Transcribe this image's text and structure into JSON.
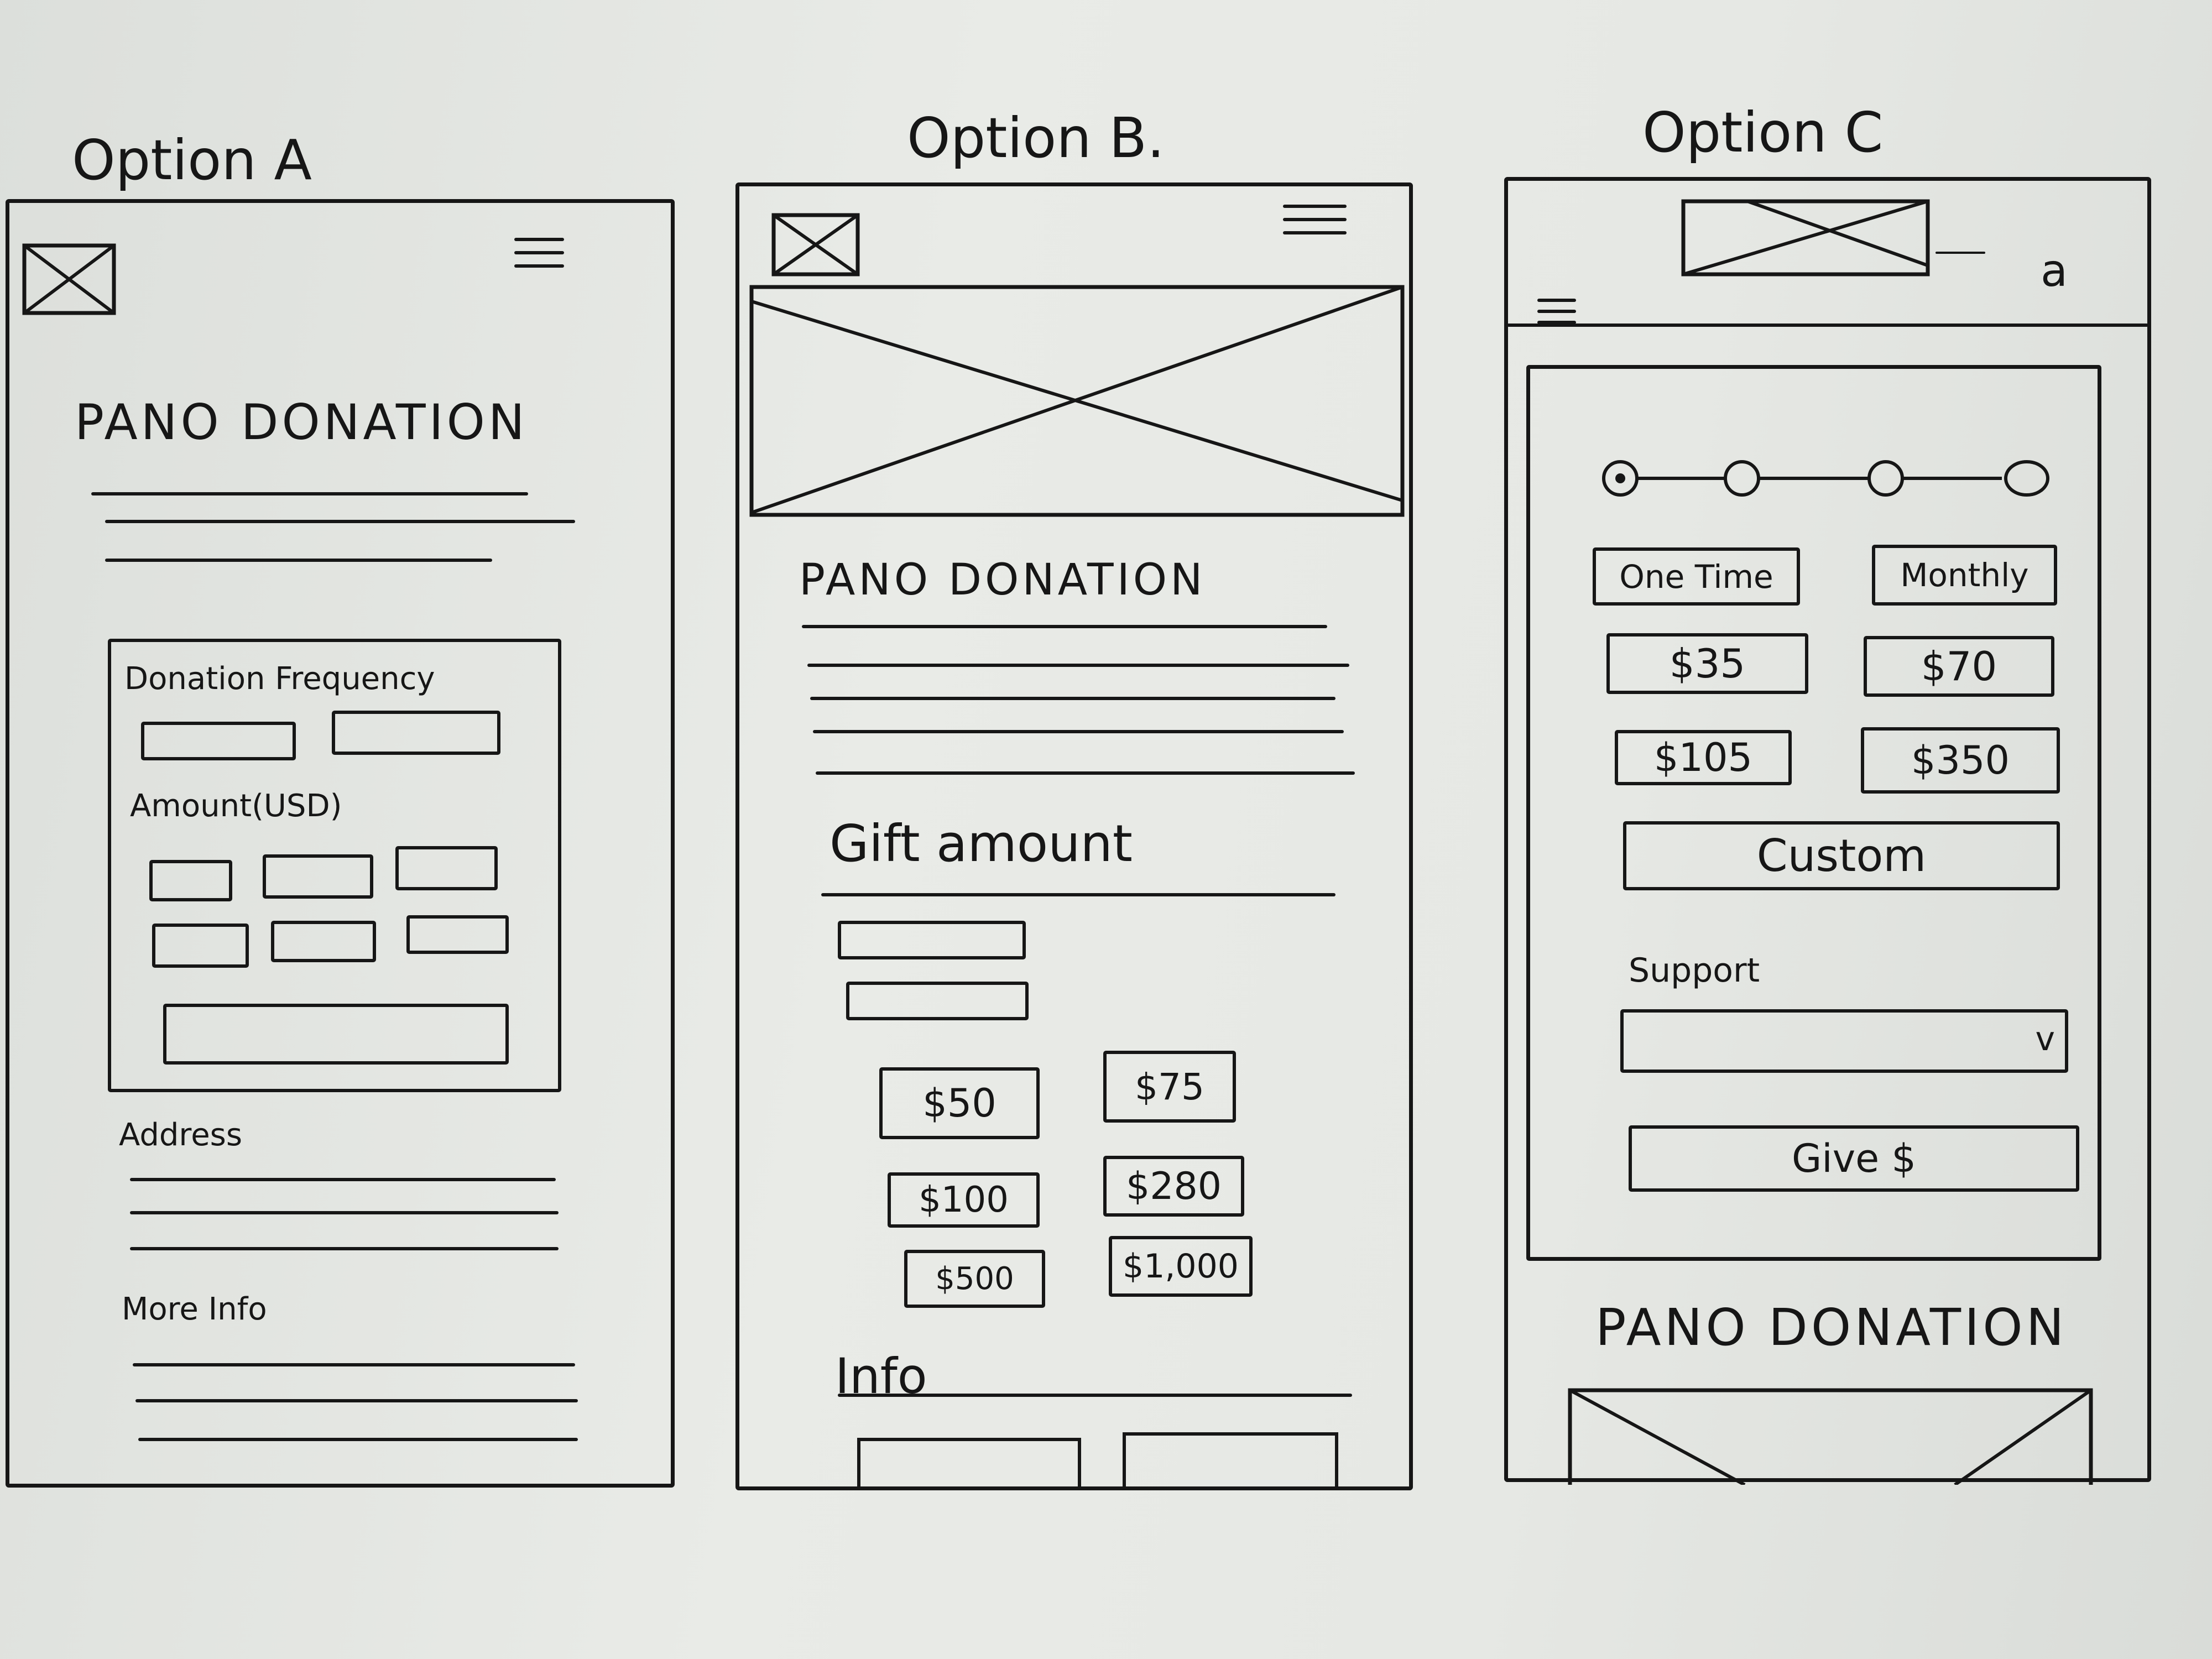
{
  "headings": {
    "option_a": "Option A",
    "option_b": "Option B.",
    "option_c": "Option C"
  },
  "option_a": {
    "title": "PANO DONATION",
    "frequency_label": "Donation Frequency",
    "amount_label": "Amount(USD)",
    "address_label": "Address",
    "more_info_label": "More Info"
  },
  "option_b": {
    "title": "PANO DONATION",
    "gift_label": "Gift amount",
    "amounts": [
      "$50",
      "$75",
      "$100",
      "$280",
      "$500",
      "$1,000"
    ],
    "info_label": "Info"
  },
  "option_c": {
    "steps": 4,
    "current_step": 1,
    "one_time": "One Time",
    "monthly": "Monthly",
    "amounts": [
      "$35",
      "$70",
      "$105",
      "$350"
    ],
    "custom": "Custom",
    "support_label": "Support",
    "dropdown_chevron": "v",
    "search_glyph": "a",
    "give": "Give $",
    "title": "PANO DONATION"
  },
  "icons": {
    "image_placeholder": "crossed-box",
    "menu": "hamburger-icon",
    "search": "search-icon"
  }
}
